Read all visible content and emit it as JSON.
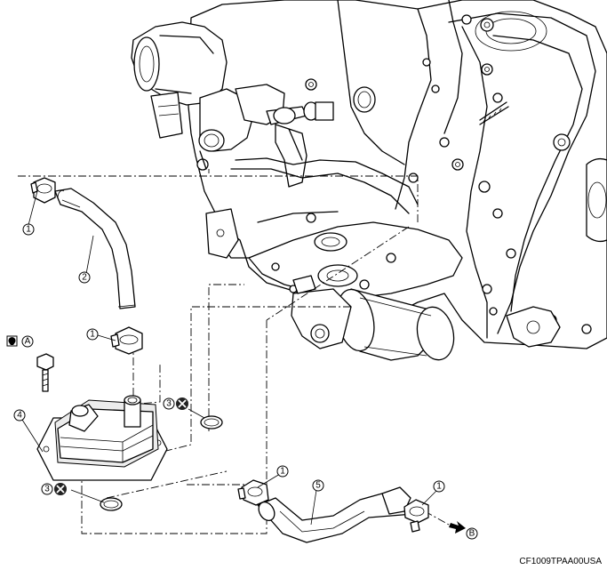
{
  "image_code": "CF1009TPAA00USA",
  "callouts": {
    "c1a": "1",
    "c1b": "1",
    "c1c": "1",
    "c1d": "1",
    "c2": "2",
    "c3a": "3",
    "c3b": "3",
    "c4": "4",
    "c5": "5",
    "symA": "A",
    "symB": "B"
  },
  "icons": {
    "torque": "torque-wrench-icon",
    "do_not_reuse": "do-not-reuse-icon",
    "direction": "arrow-right-icon"
  },
  "colors": {
    "line": "#000000",
    "background": "#ffffff",
    "fill": "#ececec"
  }
}
